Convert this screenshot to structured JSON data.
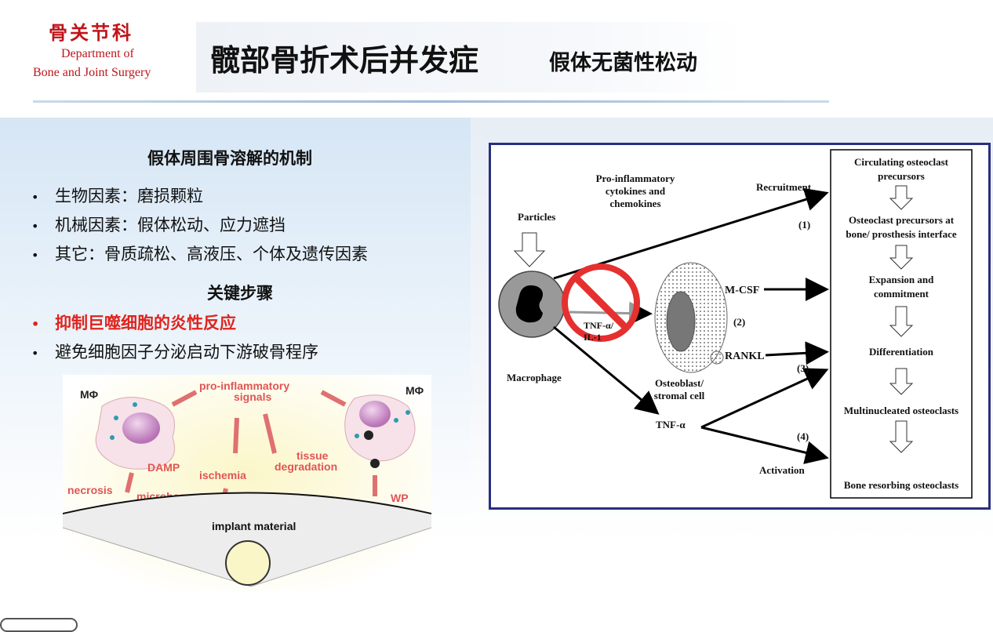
{
  "logo": {
    "cn": "骨关节科",
    "en_line1": "Department of",
    "en_line2": "Bone and Joint Surgery"
  },
  "title": {
    "main": "髋部骨折术后并发症",
    "sub": "假体无菌性松动"
  },
  "left": {
    "heading1": "假体周围骨溶解的机制",
    "bullets1": [
      "生物因素：磨损颗粒",
      "机械因素：假体松动、应力遮挡",
      "其它：骨质疏松、高液压、个体及遗传因素"
    ],
    "heading2": "关键步骤",
    "bullets2": [
      "抑制巨噬细胞的炎性反应",
      "避免细胞因子分泌启动下游破骨程序"
    ],
    "bullet_glyph": "•"
  },
  "inset": {
    "mphi_left": "MΦ",
    "mphi_right": "MΦ",
    "signals_line1": "pro-inflammatory",
    "signals_line2": "signals",
    "damp": "DAMP",
    "ischemia": "ischemia",
    "tissue_line1": "tissue",
    "tissue_line2": "degradation",
    "necrosis": "necrosis",
    "microbes": "microbes",
    "wp": "WP",
    "implant": "implant material"
  },
  "diagram": {
    "cytokines_line1": "Pro-inflammatory",
    "cytokines_line2": "cytokines and",
    "cytokines_line3": "chemokines",
    "recruitment": "Recruitment",
    "particles": "Particles",
    "step1": "(1)",
    "step2": "(2)",
    "step3": "(3)",
    "step4": "(4)",
    "mcsf": "M-CSF",
    "rankl": "RANKL",
    "tnf_il_line1": "TNF-α/",
    "tnf_il_line2": "IL-1",
    "macrophage": "Macrophage",
    "osteoblast_line1": "Osteoblast/",
    "osteoblast_line2": "stromal cell",
    "tnf": "TNF-α",
    "activation": "Activation",
    "stages": [
      [
        "Circulating osteoclast",
        "precursors"
      ],
      [
        "Osteoclast precursors at",
        "bone/ prosthesis interface"
      ],
      [
        "Expansion and",
        "commitment"
      ],
      [
        "Differentiation"
      ],
      [
        "Multinucleated osteoclasts"
      ],
      [
        "Bone resorbing osteoclasts"
      ]
    ]
  },
  "colors": {
    "brand_red": "#c0141a",
    "highlight_red": "#e0231d",
    "frame_blue": "#2a2f7e"
  }
}
